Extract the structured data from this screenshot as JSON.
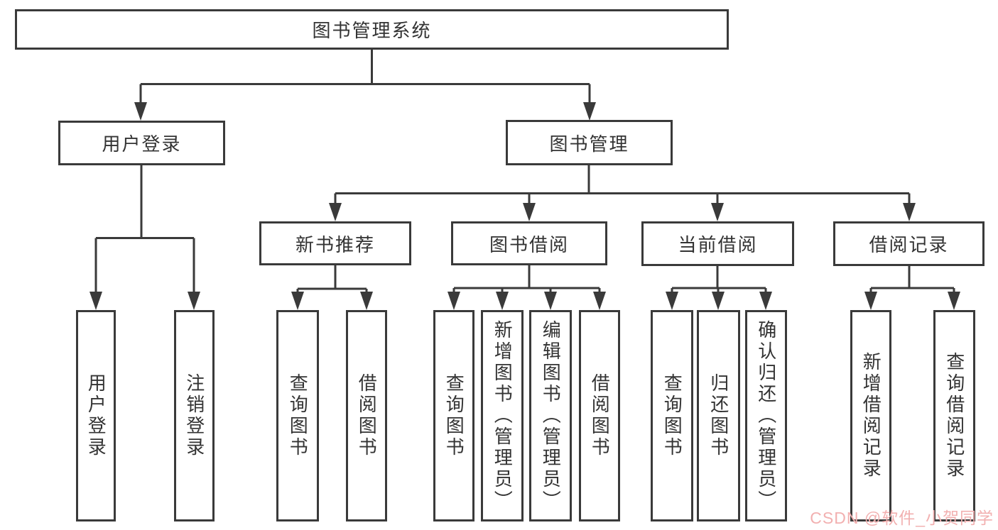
{
  "root": "图书管理系统",
  "level2": [
    "用户登录",
    "图书管理"
  ],
  "level3": [
    "新书推荐",
    "图书借阅",
    "当前借阅",
    "借阅记录"
  ],
  "leaves": {
    "user_login": [
      "用户登录",
      "注销登录"
    ],
    "new_book": [
      "查询图书",
      "借阅图书"
    ],
    "book_borrow": [
      "查询图书",
      "新增图书（管理员）",
      "编辑图书（管理员）",
      "借阅图书"
    ],
    "current_borrow": [
      "查询图书",
      "归还图书",
      "确认归还（管理员）"
    ],
    "borrow_record": [
      "新增借阅记录",
      "查询借阅记录"
    ]
  },
  "watermark": "CSDN @软件_小贺同学",
  "colors": {
    "line": "#3a3a3a",
    "text": "#333333",
    "watermark": "#f2b0b0",
    "background": "#ffffff"
  }
}
